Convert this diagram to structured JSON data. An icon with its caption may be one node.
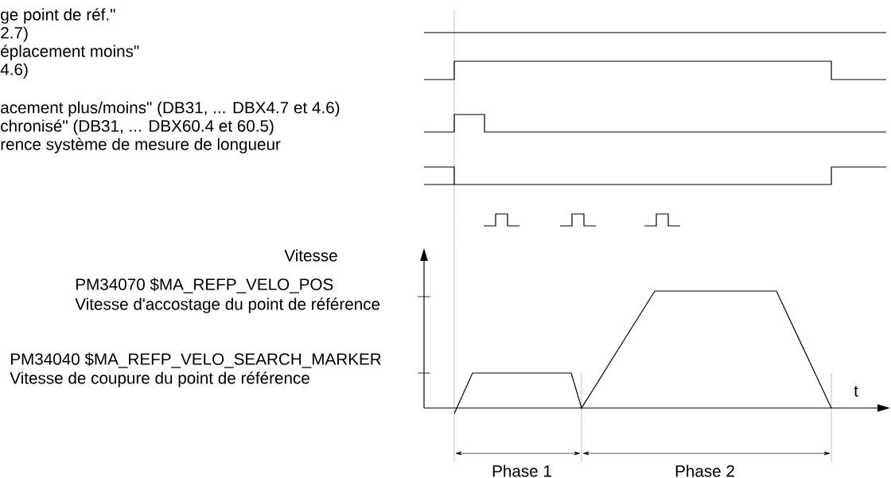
{
  "diagram": {
    "labels": [
      "ge point de réf.\"",
      "2.7)",
      "éplacement moins\"",
      "4.6)",
      "acement plus/moins\" (DB31, ... DBX4.7 et 4.6)",
      "chronisé\" (DB31, ... DBX60.4 et 60.5)",
      "rence système de mesure de longueur",
      "Vitesse",
      "PM34070 $MA_REFP_VELO_POS",
      "Vitesse d'accostage du point de référence",
      "PM34040 $MA_REFP_VELO_SEARCH_MARKER",
      "Vitesse de coupure du point de référence",
      "t",
      "Phase 1",
      "Phase 2"
    ]
  }
}
